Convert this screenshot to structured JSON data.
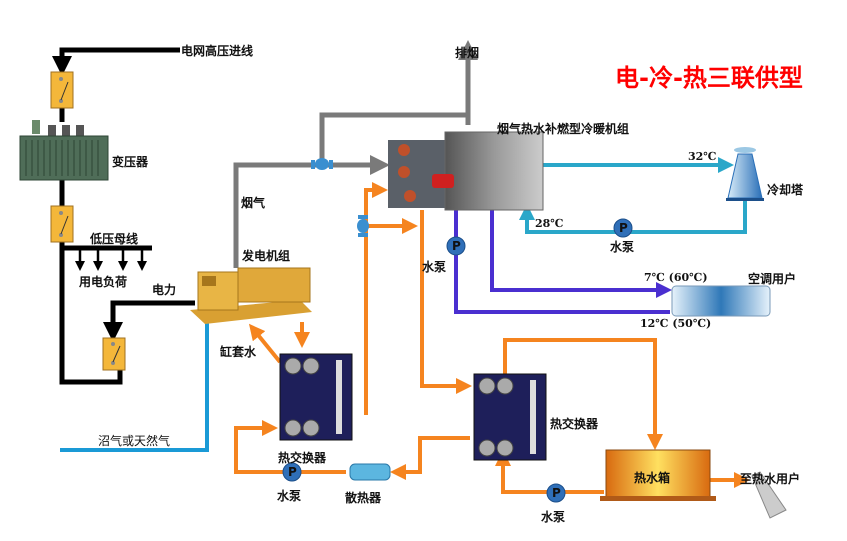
{
  "title": "电-冷-热三联供型",
  "labels": {
    "grid_input": "电网高压进线",
    "transformer": "变压器",
    "low_voltage_bus": "低压母线",
    "electric_load": "用电负荷",
    "power": "电力",
    "flue_gas": "烟气",
    "exhaust": "排烟",
    "generator_set": "发电机组",
    "chiller_unit": "烟气热水补燃型冷暖机组",
    "cooling_tower": "冷却塔",
    "temp_32": "32℃",
    "temp_28": "28℃",
    "pump_cooling": "水泵",
    "pump_chilled": "水泵",
    "ac_user": "空调用户",
    "temp_supply": "7℃  (60℃)",
    "temp_return": "12℃ (50℃)",
    "jacket_water": "缸套水",
    "heat_exchanger_1": "热交换器",
    "heat_exchanger_2": "热交换器",
    "pump_hx1": "水泵",
    "radiator": "散热器",
    "hot_water_tank": "热水箱",
    "to_hot_water_user": "至热水用户",
    "pump_tank": "水泵",
    "biogas": "沼气或天然气",
    "pump_symbol": "P"
  },
  "colors": {
    "title": "#ff0000",
    "power_line": "#000000",
    "flue_gas": "#7a7a7a",
    "cooling_water": "#2aa7c9",
    "chilled_water": "#4a2fd0",
    "hot_water": "#f5841f",
    "gas": "#1a9ad6",
    "switch": "#f4b73a"
  }
}
